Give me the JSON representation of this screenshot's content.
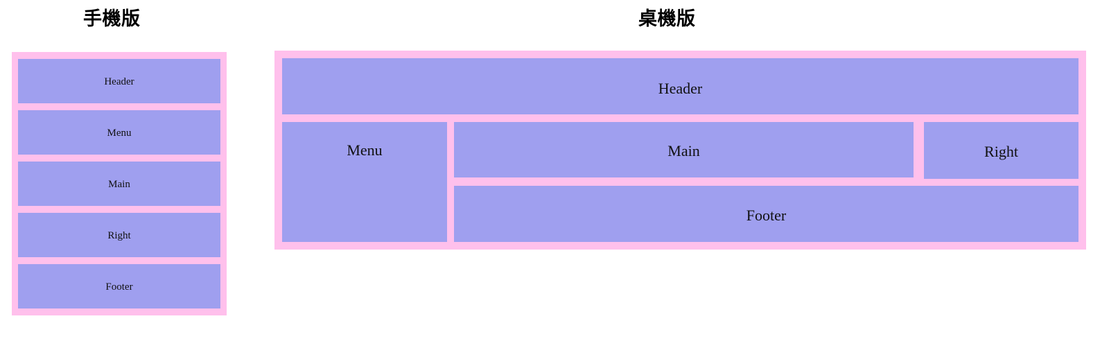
{
  "page": {
    "background_color": "#ffffff",
    "block_color": "#9f9fef",
    "frame_color": "#ffc0ec",
    "text_color": "#111111"
  },
  "mobile": {
    "title": "手機版",
    "blocks": [
      {
        "label": "Header"
      },
      {
        "label": "Menu"
      },
      {
        "label": "Main"
      },
      {
        "label": "Right"
      },
      {
        "label": "Footer"
      }
    ]
  },
  "desktop": {
    "title": "桌機版",
    "blocks": {
      "header": "Header",
      "menu": "Menu",
      "main": "Main",
      "right": "Right",
      "footer": "Footer"
    }
  }
}
